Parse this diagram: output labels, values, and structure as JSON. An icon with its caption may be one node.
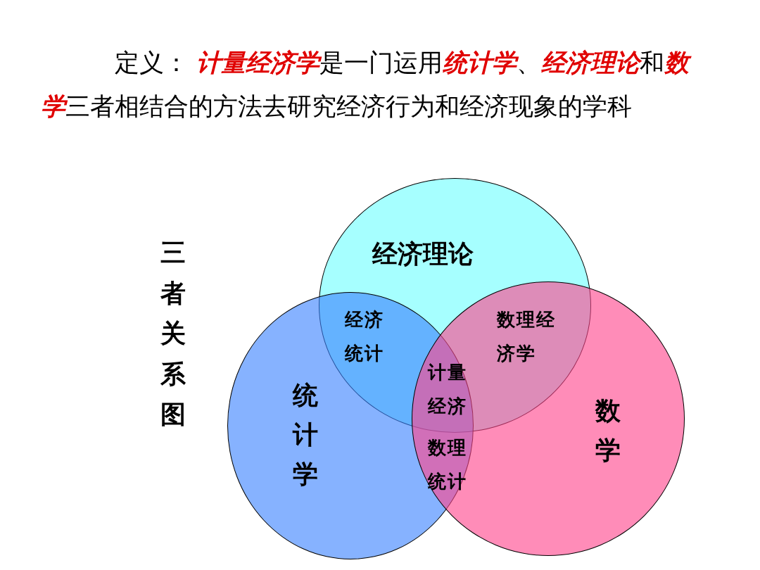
{
  "diagram": {
    "title": "定义： **计量经济学**是一门运用**统计学**、**经济理论**和**数学**三者相结合的方法去研究经济行为和经济现象的学科",
    "nodes": [
      {
        "text": [
          "经济理论"
        ]
      },
      {
        "text": [
          "统计学"
        ]
      },
      {
        "text": [
          "数学"
        ]
      }
    ],
    "labels": [
      "三者关系图",
      "经济统计",
      "数理经济学",
      "计量经济",
      "数理统计"
    ]
  }
}
